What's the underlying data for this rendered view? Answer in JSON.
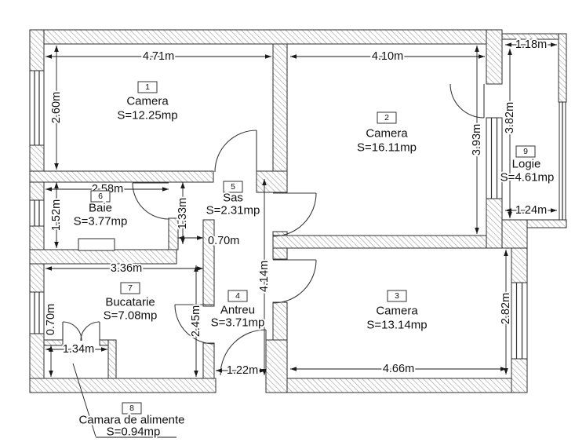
{
  "colors": {
    "line": "#1a1a1a",
    "wall_hatch": "#9c9c9c",
    "background": "#ffffff"
  },
  "rooms": {
    "camera1": {
      "number": "1",
      "name": "Camera",
      "area": "S=12.25mp",
      "dims": {
        "width": "4.71m",
        "height": "2.60m"
      }
    },
    "camera2": {
      "number": "2",
      "name": "Camera",
      "area": "S=16.11mp",
      "dims": {
        "width": "4.10m",
        "height": "3.93m"
      }
    },
    "camera3": {
      "number": "3",
      "name": "Camera",
      "area": "S=13.14mp",
      "dims": {
        "width": "4.66m",
        "height": "2.82m"
      }
    },
    "antreu": {
      "number": "4",
      "name": "Antreu",
      "area": "S=3.71mp",
      "dims": {
        "height": "4.14m",
        "entrance_width": "1.22m"
      }
    },
    "sas": {
      "number": "5",
      "name": "Sas",
      "area": "S=2.31mp",
      "dims": {
        "wall_height": "1.33m",
        "opening_width": "0.70m"
      }
    },
    "baie": {
      "number": "6",
      "name": "Baie",
      "area": "S=3.77mp",
      "dims": {
        "width": "2.58m",
        "height": "1.52m"
      }
    },
    "bucatarie": {
      "number": "7",
      "name": "Bucatarie",
      "area": "S=7.08mp",
      "dims": {
        "width": "3.36m",
        "height": "2.45m"
      }
    },
    "camara": {
      "number": "8",
      "name": "Camara de alimente",
      "area": "S=0.94mp",
      "dims": {
        "width": "1.34m",
        "height": "0.70m"
      }
    },
    "logie": {
      "number": "9",
      "name": "Logie",
      "area": "S=4.61mp",
      "dims": {
        "top_width": "1.18m",
        "height": "3.82m",
        "bottom_width": "1.24m"
      }
    }
  }
}
